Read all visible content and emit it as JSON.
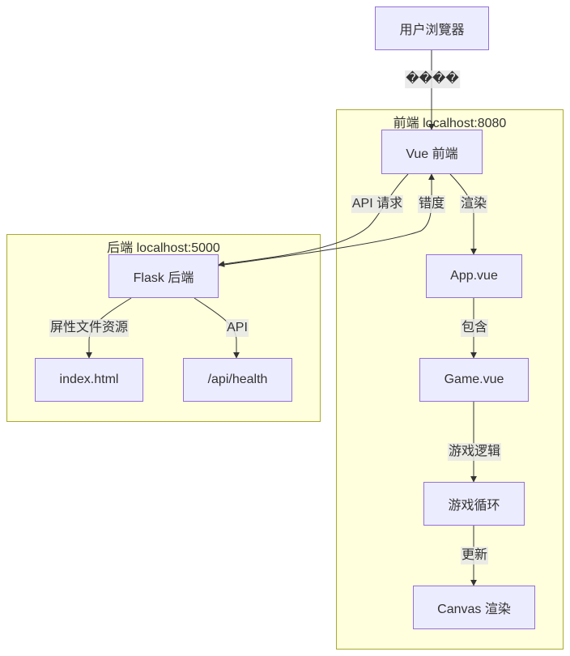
{
  "clusters": {
    "frontend": {
      "title": "前端 localhost:8080"
    },
    "backend": {
      "title": "后端 localhost:5000"
    }
  },
  "nodes": {
    "browser": "用户浏覽器",
    "vue": "Vue 前端",
    "flask": "Flask 后端",
    "index": "index.html",
    "health": "/api/health",
    "app": "App.vue",
    "game": "Game.vue",
    "loop": "游戏循环",
    "canvas": "Canvas 渲染"
  },
  "edges": {
    "browser_vue": "����",
    "vue_flask": "API 请求",
    "flask_vue": "错度",
    "vue_app": "渲染",
    "flask_index": "屏性文件资源",
    "flask_health": "API",
    "app_game": "包含",
    "game_loop": "游戏逻辑",
    "loop_canvas": "更新"
  },
  "colors": {
    "node_fill": "#ececff",
    "node_border": "#9370db",
    "cluster_fill": "#ffffde",
    "cluster_border": "#aaaa33",
    "edge": "#333333",
    "label_bg": "#e8e8e8"
  }
}
